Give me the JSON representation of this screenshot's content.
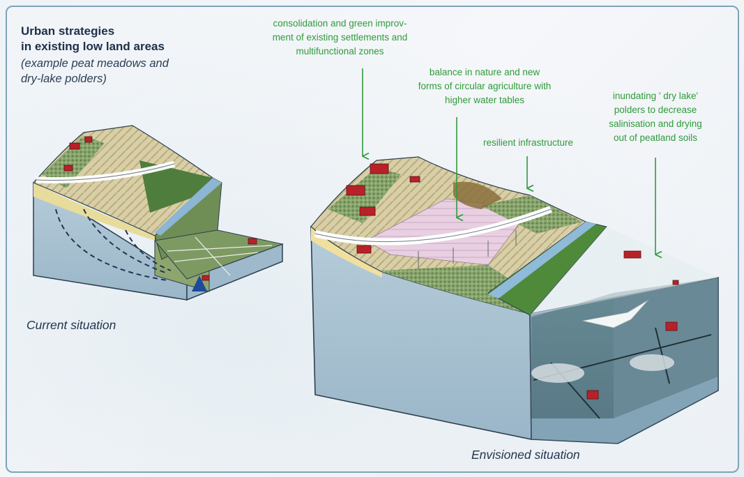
{
  "heading": {
    "title_lines": [
      "Urban strategies",
      "in existing low land areas"
    ],
    "subtitle_lines": [
      "(example peat meadows and",
      "dry-lake polders)"
    ]
  },
  "annotations": [
    {
      "lines": [
        "consolidation and green improv-",
        "ment of existing settlements and",
        "multifunctional zones"
      ]
    },
    {
      "lines": [
        "balance in nature and new",
        "forms of circular agriculture with",
        "higher water tables"
      ]
    },
    {
      "lines": [
        "resilient infrastructure"
      ]
    },
    {
      "lines": [
        "inundating ' dry lake'",
        "polders to decrease",
        "salinisation and drying",
        "out of peatland soils"
      ]
    }
  ],
  "captions": {
    "current": "Current situation",
    "envisioned": "Envisioned situation"
  },
  "colors": {
    "annotation_green": "#2f9a3b",
    "frame": "#7fa2b8",
    "water_blue": "#a9c6d7",
    "house_red": "#b8212a"
  }
}
